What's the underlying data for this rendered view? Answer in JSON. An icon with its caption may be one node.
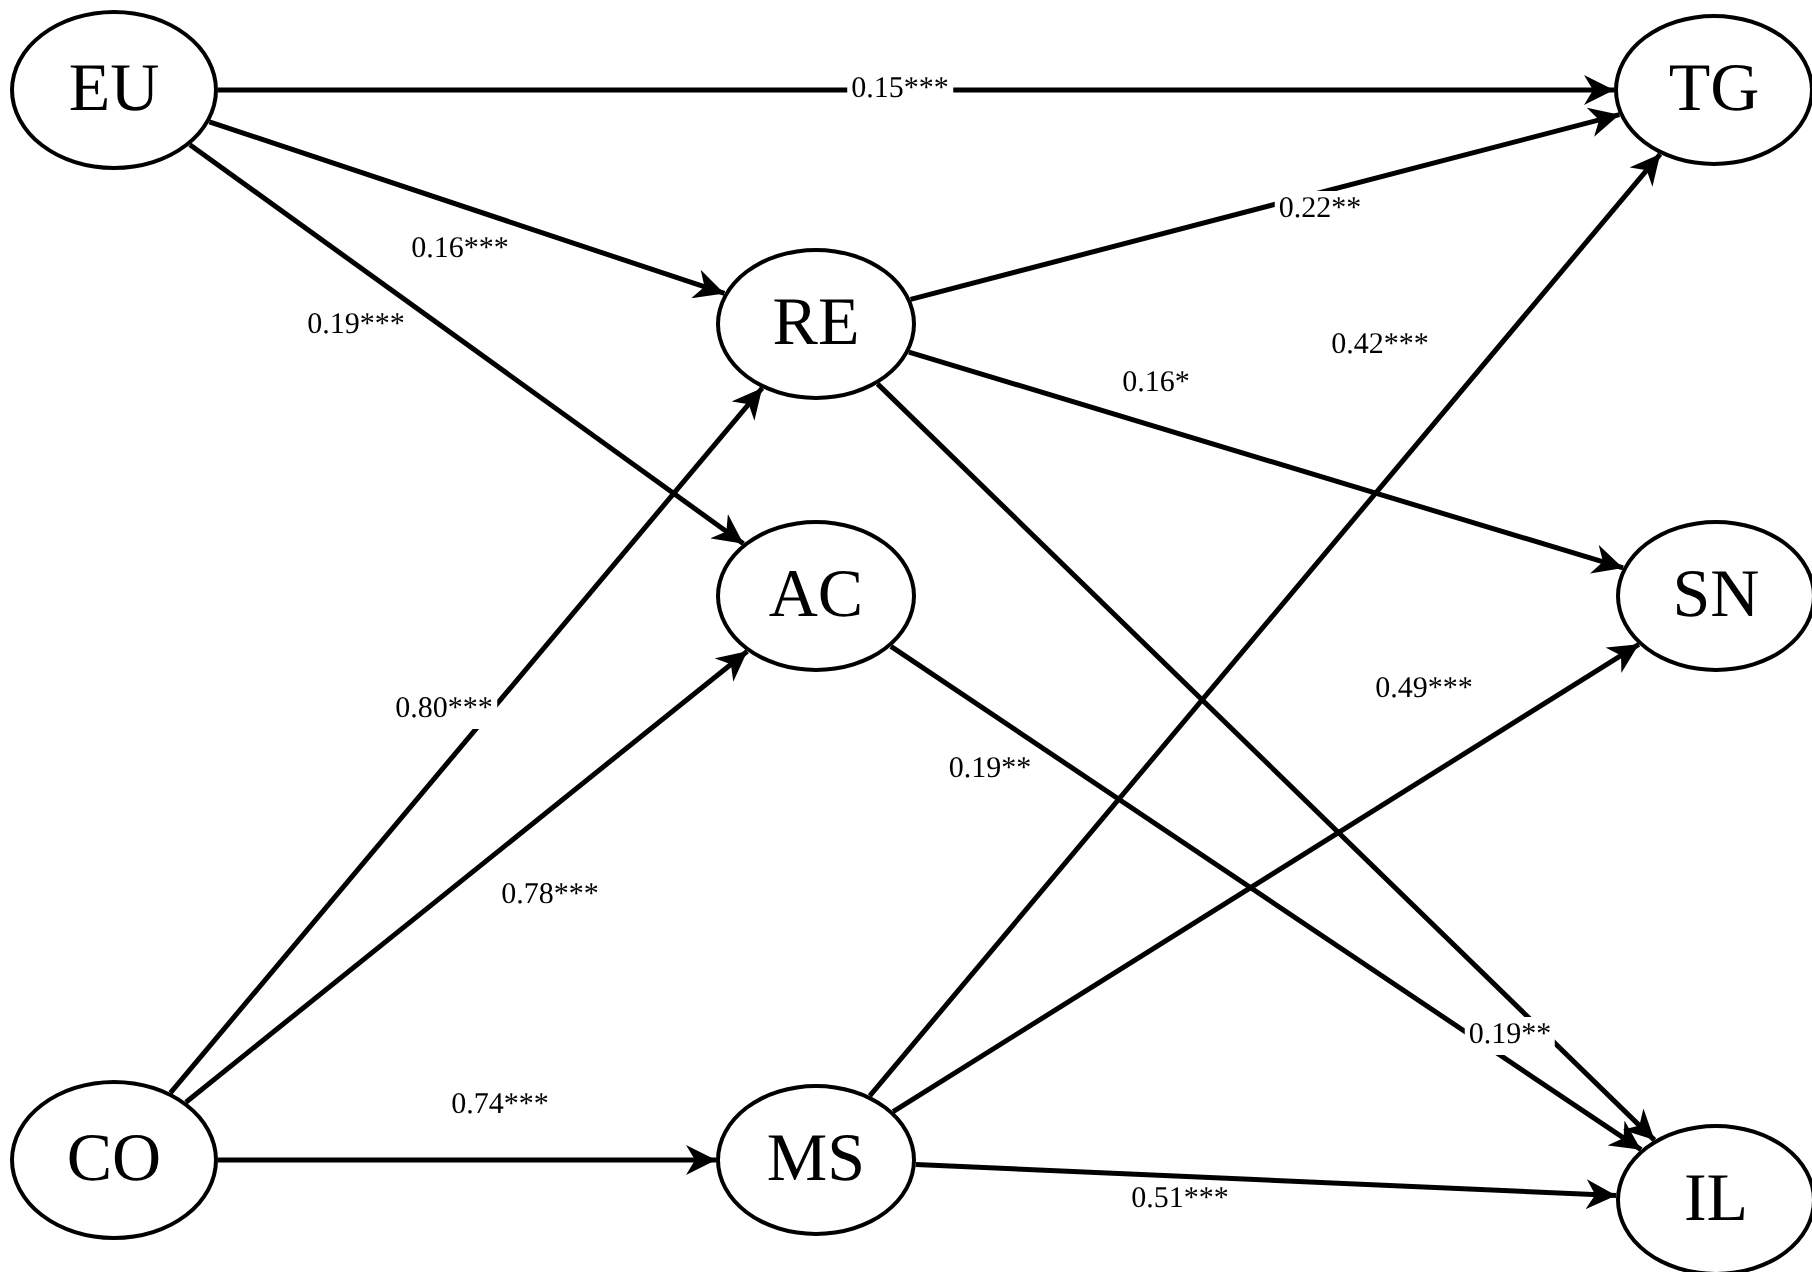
{
  "diagram": {
    "nodes": [
      {
        "text": [
          "EU"
        ]
      },
      {
        "text": [
          "TG"
        ]
      },
      {
        "text": [
          "RE"
        ]
      },
      {
        "text": [
          "SN"
        ]
      },
      {
        "text": [
          "AC"
        ]
      },
      {
        "text": [
          "CO"
        ]
      },
      {
        "text": [
          "MS"
        ]
      },
      {
        "text": [
          "IL"
        ]
      }
    ],
    "edges": [
      {
        "from": 0,
        "to": 1,
        "arrow": "to",
        "label": "0.15***"
      },
      {
        "from": 0,
        "to": 2,
        "arrow": "to",
        "label": "0.16***"
      },
      {
        "from": 0,
        "to": 4,
        "arrow": "to",
        "label": "0.19***"
      },
      {
        "from": 5,
        "to": 2,
        "arrow": "to",
        "label": "0.80***"
      },
      {
        "from": 5,
        "to": 4,
        "arrow": "to",
        "label": "0.78***"
      },
      {
        "from": 5,
        "to": 6,
        "arrow": "to",
        "label": "0.74***"
      },
      {
        "from": 2,
        "to": 1,
        "arrow": "to",
        "label": "0.22**"
      },
      {
        "from": 2,
        "to": 3,
        "arrow": "to",
        "label": "0.16*"
      },
      {
        "from": 2,
        "to": 7,
        "arrow": "to",
        "label": "0.19**"
      },
      {
        "from": 4,
        "to": 7,
        "arrow": "to",
        "label": "0.19**"
      },
      {
        "from": 6,
        "to": 1,
        "arrow": "to",
        "label": "0.42***"
      },
      {
        "from": 6,
        "to": 3,
        "arrow": "to",
        "label": "0.49***"
      },
      {
        "from": 6,
        "to": 7,
        "arrow": "to",
        "label": "0.51***"
      }
    ]
  }
}
